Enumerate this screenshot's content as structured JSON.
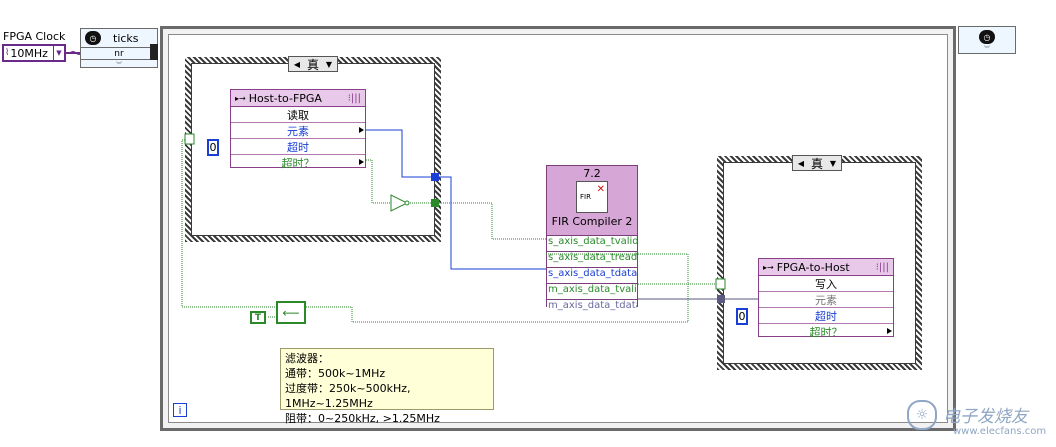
{
  "fpga_clock": {
    "label": "FPGA Clock",
    "value": "10MHz"
  },
  "ticks_node": {
    "label": "ticks",
    "unit": "nr"
  },
  "case_left": {
    "selector": "真"
  },
  "case_right": {
    "selector": "真"
  },
  "host_to_fpga": {
    "title": "Host-to-FPGA",
    "rows": [
      "读取",
      "元素",
      "超时",
      "超时？"
    ],
    "timeout_const": "0"
  },
  "fir": {
    "version": "7.2",
    "icon_label": "FIR",
    "title": "FIR Compiler 2",
    "ports": [
      "s_axis_data_tvalid",
      "s_axis_data_tready",
      "s_axis_data_tdata",
      "m_axis_data_tvalid",
      "m_axis_data_tdata"
    ]
  },
  "fpga_to_host": {
    "title": "FPGA-to-Host",
    "rows": [
      "写入",
      "元素",
      "超时",
      "超时？"
    ],
    "timeout_const": "0"
  },
  "true_const": "T",
  "info_glyph": "i",
  "note_lines": [
    "滤波器：",
    "通带：500k~1MHz",
    "过度带：250k~500kHz, 1MHz~1.25MHz",
    "阻带：0~250kHz, >1.25MHz"
  ],
  "watermark": {
    "brand": "电子发烧友",
    "url": "www.elecfans.com"
  }
}
